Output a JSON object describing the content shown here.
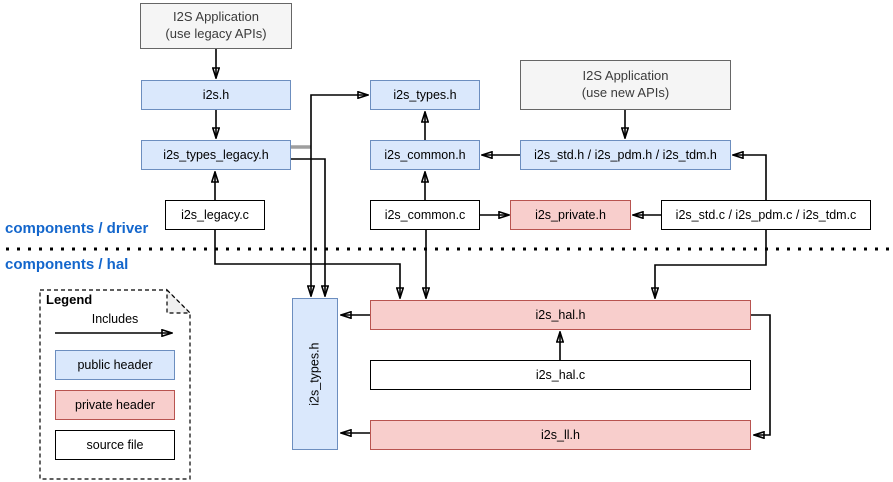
{
  "diagram": {
    "sections": {
      "driver": "components / driver",
      "hal": "components / hal"
    },
    "nodes": {
      "app_legacy": {
        "line1": "I2S Application",
        "line2": "(use legacy APIs)"
      },
      "app_new": {
        "line1": "I2S Application",
        "line2": "(use new APIs)"
      },
      "i2s_h": "i2s.h",
      "i2s_types_legacy_h": "i2s_types_legacy.h",
      "i2s_legacy_c": "i2s_legacy.c",
      "i2s_types_h_driver": "i2s_types.h",
      "i2s_common_h": "i2s_common.h",
      "i2s_common_c": "i2s_common.c",
      "i2s_std_h": "i2s_std.h / i2s_pdm.h / i2s_tdm.h",
      "i2s_private_h": "i2s_private.h",
      "i2s_std_c": "i2s_std.c / i2s_pdm.c / i2s_tdm.c",
      "i2s_types_h_hal": "i2s_types.h",
      "i2s_hal_h": "i2s_hal.h",
      "i2s_hal_c": "i2s_hal.c",
      "i2s_ll_h": "i2s_ll.h"
    },
    "edges": [
      {
        "from": "app_legacy",
        "to": "i2s_h"
      },
      {
        "from": "i2s_h",
        "to": "i2s_types_legacy_h"
      },
      {
        "from": "i2s_legacy_c",
        "to": "i2s_types_legacy_h"
      },
      {
        "from": "i2s_types_legacy_h",
        "to": "i2s_types_h_driver"
      },
      {
        "from": "i2s_types_legacy_h",
        "to": "i2s_types_h_hal"
      },
      {
        "from": "i2s_types_legacy_h",
        "to": "i2s_types_h_hal"
      },
      {
        "from": "i2s_common_h",
        "to": "i2s_types_h_driver"
      },
      {
        "from": "i2s_std_h",
        "to": "i2s_common_h"
      },
      {
        "from": "app_new",
        "to": "i2s_std_h"
      },
      {
        "from": "i2s_common_c",
        "to": "i2s_common_h"
      },
      {
        "from": "i2s_common_c",
        "to": "i2s_private_h"
      },
      {
        "from": "i2s_std_c",
        "to": "i2s_private_h"
      },
      {
        "from": "i2s_std_c",
        "to": "i2s_std_h"
      },
      {
        "from": "i2s_legacy_c",
        "to": "i2s_hal_h"
      },
      {
        "from": "i2s_common_c",
        "to": "i2s_hal_h"
      },
      {
        "from": "i2s_std_c",
        "to": "i2s_hal_h"
      },
      {
        "from": "i2s_hal_h",
        "to": "i2s_types_h_hal"
      },
      {
        "from": "i2s_hal_c",
        "to": "i2s_hal_h"
      },
      {
        "from": "i2s_hal_h",
        "to": "i2s_ll_h"
      },
      {
        "from": "i2s_ll_h",
        "to": "i2s_types_h_hal"
      }
    ],
    "legend": {
      "title": "Legend",
      "arrow_label": "Includes",
      "items": [
        {
          "label": "public header"
        },
        {
          "label": "private header"
        },
        {
          "label": "source file"
        }
      ]
    },
    "colors": {
      "public_fill": "#dae8fc",
      "public_stroke": "#6c8ebf",
      "private_fill": "#f8cecc",
      "private_stroke": "#b85450",
      "source_fill": "#ffffff",
      "source_stroke": "#000000",
      "app_fill": "#f5f5f5",
      "app_stroke": "#666666",
      "section_label": "#1366cc",
      "edge": "#000000"
    }
  }
}
